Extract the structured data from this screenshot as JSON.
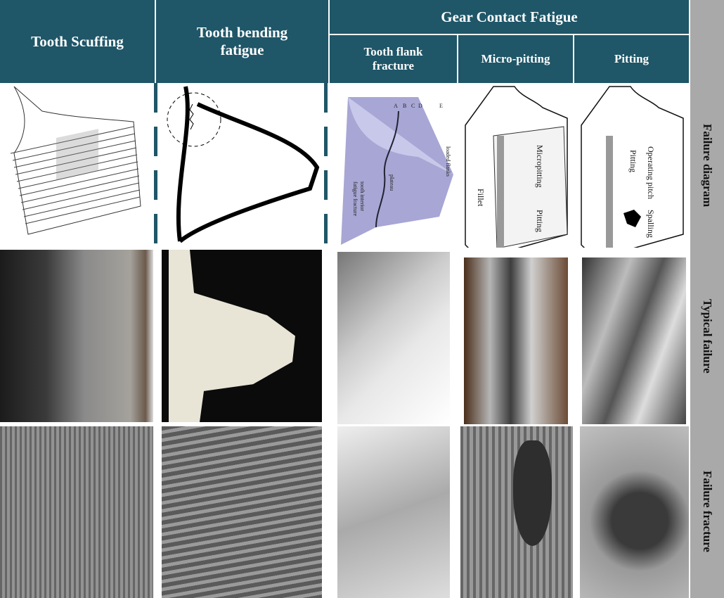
{
  "header": {
    "tooth_scuffing": "Tooth Scuffing",
    "tooth_bending": "Tooth bending fatigue",
    "gear_contact": "Gear Contact Fatigue",
    "flank_fracture": "Tooth flank fracture",
    "micro_pitting": "Micro-pitting",
    "pitting": "Pitting"
  },
  "rows": {
    "failure_diagram": "Failure diagram",
    "typical_failure": "Typical failure",
    "failure_fracture": "Failure fracture"
  },
  "diagram_labels": {
    "flank": {
      "A": "A",
      "B": "B",
      "C": "C",
      "D": "D",
      "E": "E",
      "loaded": "loaded flanks",
      "plateau": "plateau",
      "interior1": "tooth interior",
      "interior2": "fatigue fracture"
    },
    "micro": {
      "fillet": "Fillet",
      "micropitting": "Micropitting",
      "pitting": "Pitting"
    },
    "pit": {
      "operating": "Operating pitch",
      "pitting": "Pitting",
      "spalling": "Spalling"
    }
  },
  "colors": {
    "header": "#1f5668",
    "side": "#a9a9a9"
  }
}
